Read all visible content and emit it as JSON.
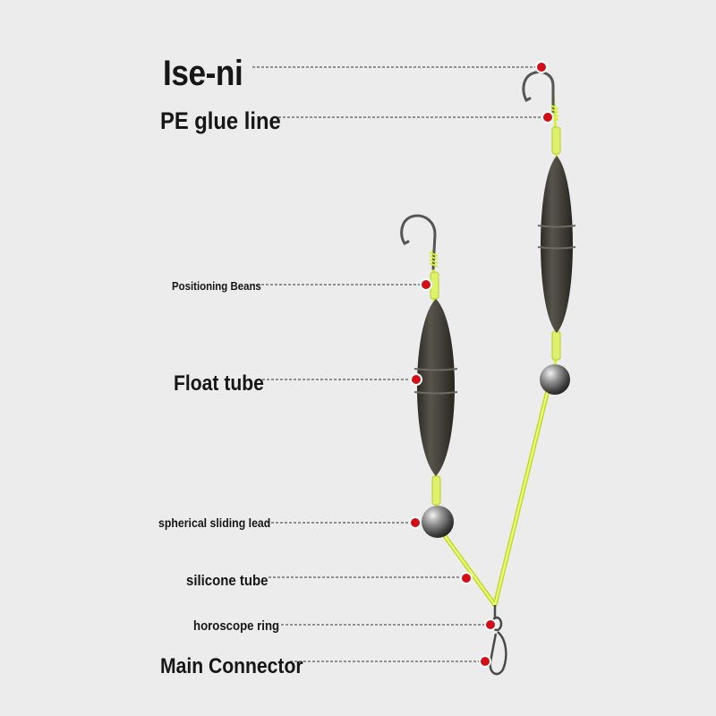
{
  "labels": {
    "iseni": "Ise-ni",
    "pe_glue_line": "PE glue line",
    "positioning_beans": "Positioning Beans",
    "float_tube": "Float tube",
    "spherical_sliding_lead": "spherical sliding lead",
    "silicone_tube": "silicone tube",
    "horoscope_ring": "horoscope ring",
    "main_connector": "Main Connector"
  },
  "colors": {
    "background": "#ececec",
    "marker": "#d20f16",
    "line": "#d8ef3a",
    "float": "#4a4840",
    "text": "#161616"
  }
}
